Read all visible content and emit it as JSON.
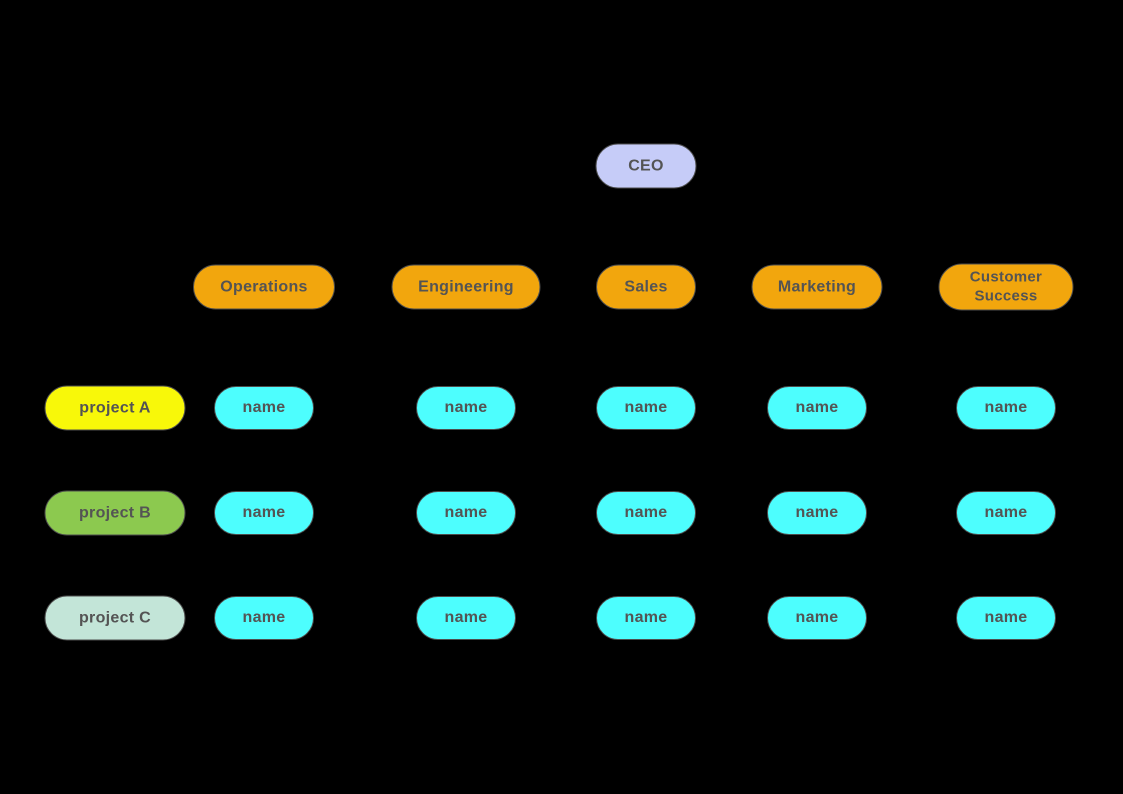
{
  "diagram": {
    "type": "matrix-org-chart",
    "background_color": "#000000",
    "node_text_color": "#545454",
    "node_border_color": "#4d4d4d",
    "ceo": {
      "label": "CEO",
      "fill": "#C6CCF8"
    },
    "departments": {
      "fill": "#F2A60D",
      "items": [
        {
          "label": "Operations"
        },
        {
          "label": "Engineering"
        },
        {
          "label": "Sales"
        },
        {
          "label": "Marketing"
        },
        {
          "label": "Customer Success"
        }
      ]
    },
    "projects": {
      "items": [
        {
          "label": "project A",
          "fill": "#F8F809"
        },
        {
          "label": "project B",
          "fill": "#8CC94F"
        },
        {
          "label": "project C",
          "fill": "#C3E5D8"
        }
      ]
    },
    "members": {
      "label": "name",
      "fill": "#4DFEFE",
      "rows": 3,
      "columns": 5
    }
  }
}
